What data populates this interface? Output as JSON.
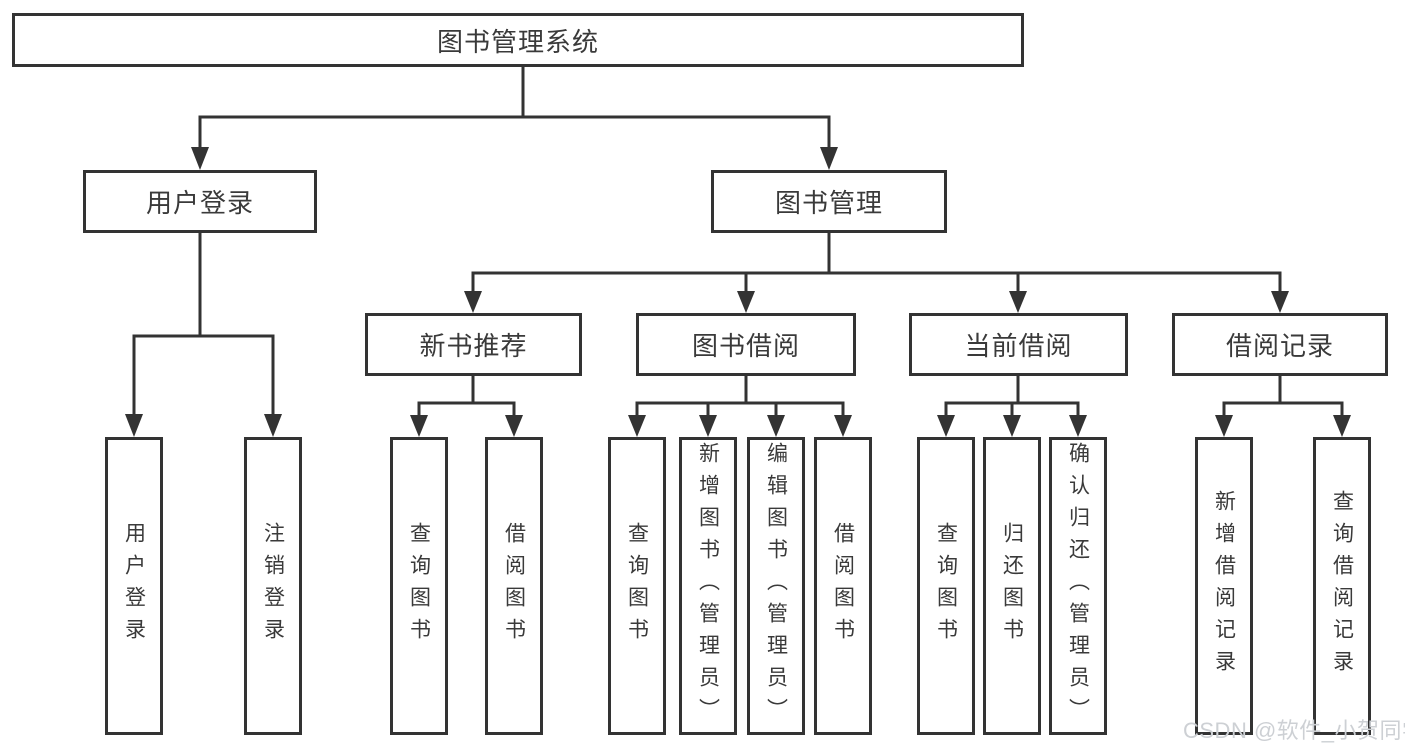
{
  "diagram_title": "图书管理系统",
  "tree": {
    "root": {
      "label": "图书管理系统",
      "children": [
        {
          "label": "用户登录",
          "children": [
            {
              "label": "用户登录"
            },
            {
              "label": "注销登录"
            }
          ]
        },
        {
          "label": "图书管理",
          "children": [
            {
              "label": "新书推荐",
              "children": [
                {
                  "label": "查询图书"
                },
                {
                  "label": "借阅图书"
                }
              ]
            },
            {
              "label": "图书借阅",
              "children": [
                {
                  "label": "查询图书"
                },
                {
                  "label": "新增图书（管理员）"
                },
                {
                  "label": "编辑图书（管理员）"
                },
                {
                  "label": "借阅图书"
                }
              ]
            },
            {
              "label": "当前借阅",
              "children": [
                {
                  "label": "查询图书"
                },
                {
                  "label": "归还图书"
                },
                {
                  "label": "确认归还（管理员）"
                }
              ]
            },
            {
              "label": "借阅记录",
              "children": [
                {
                  "label": "新增借阅记录"
                },
                {
                  "label": "查询借阅记录"
                }
              ]
            }
          ]
        }
      ]
    }
  },
  "watermark": {
    "text": "CSDN @软件_小贺同学"
  },
  "colors": {
    "line": "#333333",
    "box_border": "#333333",
    "text": "#3a3a3a",
    "watermark": "#cdd0d4",
    "background": "#ffffff"
  }
}
